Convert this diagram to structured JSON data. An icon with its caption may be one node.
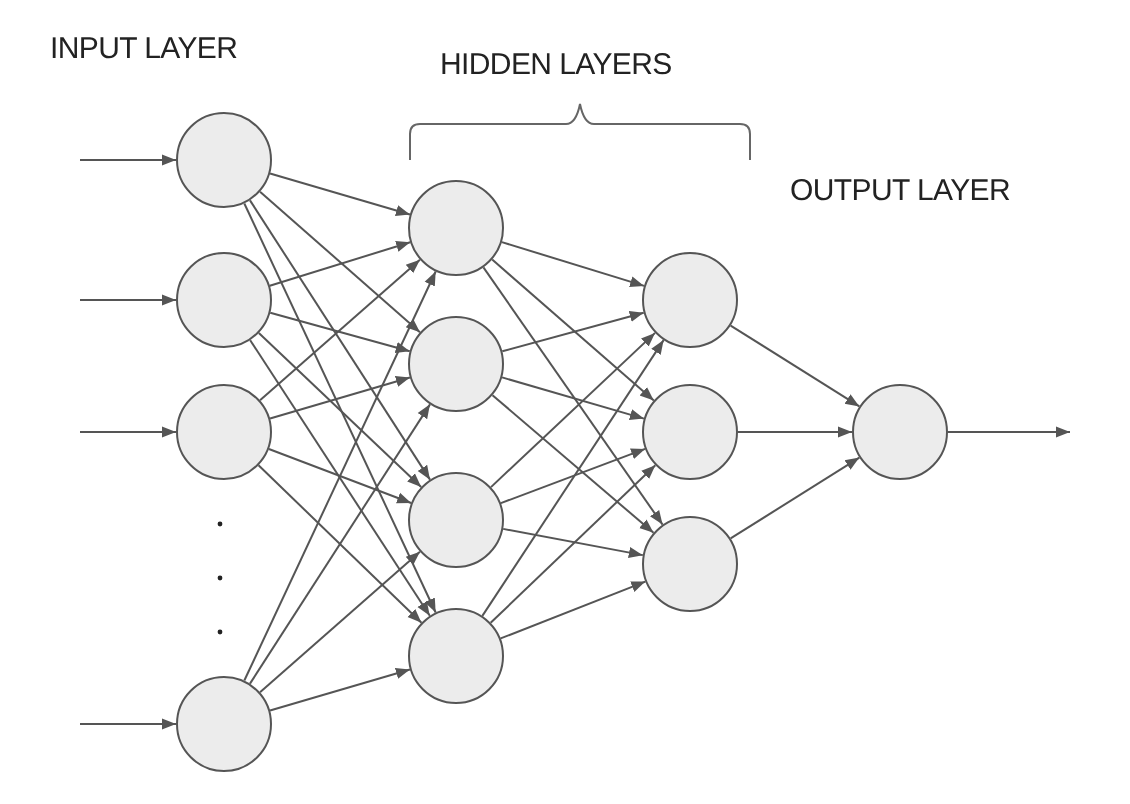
{
  "diagram": {
    "nodes": [
      {
        "text": [],
        "shape": "circle"
      },
      {
        "text": [],
        "shape": "circle"
      },
      {
        "text": [],
        "shape": "circle"
      },
      {
        "text": [],
        "shape": "circle"
      },
      {
        "text": [],
        "shape": "circle"
      },
      {
        "text": [],
        "shape": "circle"
      },
      {
        "text": [],
        "shape": "circle"
      },
      {
        "text": [],
        "shape": "circle"
      },
      {
        "text": [],
        "shape": "circle"
      },
      {
        "text": [],
        "shape": "circle"
      },
      {
        "text": [],
        "shape": "circle"
      },
      {
        "text": [],
        "shape": "circle"
      }
    ],
    "edges": [
      {
        "from": null,
        "to": 0,
        "arrow": "to"
      },
      {
        "from": null,
        "to": 1,
        "arrow": "to"
      },
      {
        "from": null,
        "to": 2,
        "arrow": "to"
      },
      {
        "from": null,
        "to": 3,
        "arrow": "to"
      },
      {
        "from": 0,
        "to": 4,
        "arrow": "to"
      },
      {
        "from": 0,
        "to": 5,
        "arrow": "to"
      },
      {
        "from": 0,
        "to": 6,
        "arrow": "to"
      },
      {
        "from": 0,
        "to": 7,
        "arrow": "to"
      },
      {
        "from": 1,
        "to": 4,
        "arrow": "to"
      },
      {
        "from": 1,
        "to": 5,
        "arrow": "to"
      },
      {
        "from": 1,
        "to": 6,
        "arrow": "to"
      },
      {
        "from": 1,
        "to": 7,
        "arrow": "to"
      },
      {
        "from": 2,
        "to": 4,
        "arrow": "to"
      },
      {
        "from": 2,
        "to": 5,
        "arrow": "to"
      },
      {
        "from": 2,
        "to": 6,
        "arrow": "to"
      },
      {
        "from": 2,
        "to": 7,
        "arrow": "to"
      },
      {
        "from": 3,
        "to": 4,
        "arrow": "to"
      },
      {
        "from": 3,
        "to": 5,
        "arrow": "to"
      },
      {
        "from": 3,
        "to": 6,
        "arrow": "to"
      },
      {
        "from": 3,
        "to": 7,
        "arrow": "to"
      },
      {
        "from": 4,
        "to": 8,
        "arrow": "to"
      },
      {
        "from": 4,
        "to": 9,
        "arrow": "to"
      },
      {
        "from": 4,
        "to": 10,
        "arrow": "to"
      },
      {
        "from": 5,
        "to": 8,
        "arrow": "to"
      },
      {
        "from": 5,
        "to": 9,
        "arrow": "to"
      },
      {
        "from": 5,
        "to": 10,
        "arrow": "to"
      },
      {
        "from": 6,
        "to": 8,
        "arrow": "to"
      },
      {
        "from": 6,
        "to": 9,
        "arrow": "to"
      },
      {
        "from": 6,
        "to": 10,
        "arrow": "to"
      },
      {
        "from": 7,
        "to": 8,
        "arrow": "to"
      },
      {
        "from": 7,
        "to": 9,
        "arrow": "to"
      },
      {
        "from": 7,
        "to": 10,
        "arrow": "to"
      },
      {
        "from": 8,
        "to": 11,
        "arrow": "to"
      },
      {
        "from": 9,
        "to": 11,
        "arrow": "to"
      },
      {
        "from": 10,
        "to": 11,
        "arrow": "to"
      },
      {
        "from": 11,
        "to": null,
        "arrow": "to"
      }
    ],
    "labels": [
      "INPUT LAYER",
      "HIDDEN LAYERS",
      "OUTPUT LAYER"
    ]
  }
}
